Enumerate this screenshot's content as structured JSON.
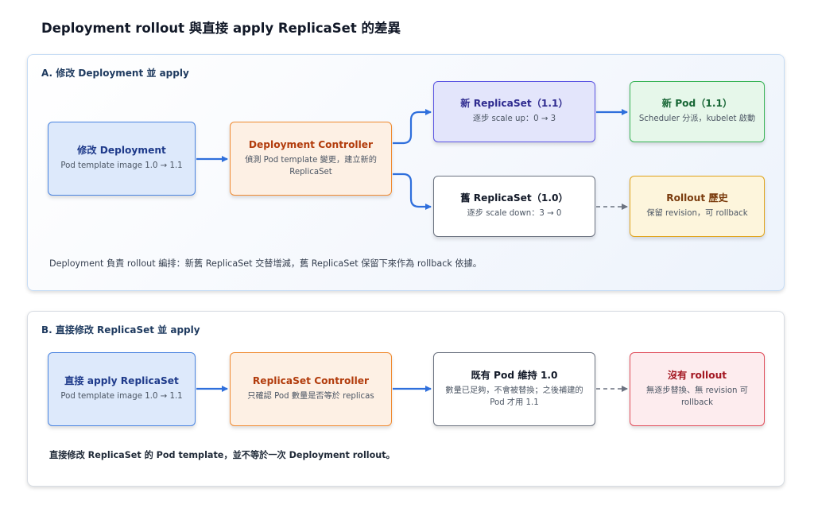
{
  "title": "Deployment rollout 與直接 apply ReplicaSet 的差異",
  "colors": {
    "arrow_blue": "#2f6fdc",
    "arrow_gray": "#6b7280"
  },
  "panel_a": {
    "title": "A. 修改 Deployment 並 apply",
    "note": "Deployment 負責 rollout 編排：新舊 ReplicaSet 交替增減，舊 ReplicaSet 保留下來作為 rollback 依據。",
    "nodes": {
      "modify": {
        "title": "修改 Deployment",
        "sub": "Pod template image 1.0 → 1.1"
      },
      "controller": {
        "title": "Deployment Controller",
        "sub": "偵測 Pod template 變更，建立新的 ReplicaSet"
      },
      "new_rs": {
        "title": "新 ReplicaSet（1.1）",
        "sub": "逐步 scale up：0 → 3"
      },
      "old_rs": {
        "title": "舊 ReplicaSet（1.0）",
        "sub": "逐步 scale down：3 → 0"
      },
      "new_pod": {
        "title": "新 Pod（1.1）",
        "sub": "Scheduler 分派，kubelet 啟動"
      },
      "history": {
        "title": "Rollout 歷史",
        "sub": "保留 revision，可 rollback"
      }
    }
  },
  "panel_b": {
    "title": "B. 直接修改 ReplicaSet 並 apply",
    "note": "直接修改 ReplicaSet 的 Pod template，並不等於一次 Deployment rollout。",
    "nodes": {
      "apply": {
        "title": "直接 apply ReplicaSet",
        "sub": "Pod template image 1.0 → 1.1"
      },
      "controller": {
        "title": "ReplicaSet Controller",
        "sub": "只確認 Pod 數量是否等於 replicas"
      },
      "pods": {
        "title": "既有 Pod 維持 1.0",
        "sub": "數量已足夠，不會被替換；之後補建的 Pod 才用 1.1"
      },
      "no_rollout": {
        "title": "沒有 rollout",
        "sub": "無逐步替換、無 revision 可 rollback"
      }
    }
  }
}
